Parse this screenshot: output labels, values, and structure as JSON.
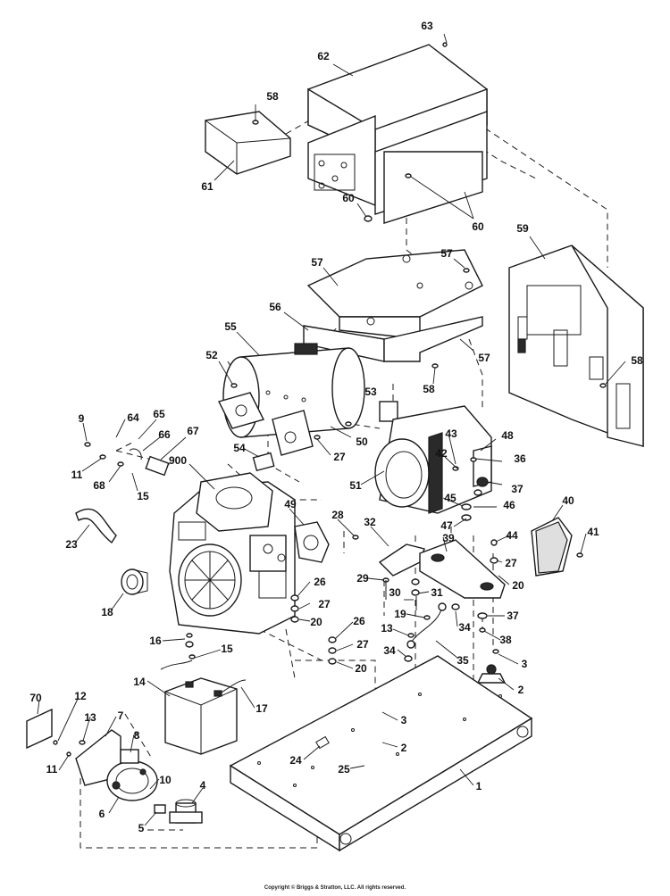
{
  "callouts": [
    "63",
    "62",
    "58",
    "61",
    "60",
    "60",
    "59",
    "57",
    "57",
    "56",
    "57",
    "55",
    "52",
    "58",
    "53",
    "58",
    "9",
    "64",
    "65",
    "66",
    "67",
    "11",
    "68",
    "15",
    "54",
    "50",
    "27",
    "43",
    "48",
    "42",
    "36",
    "51",
    "37",
    "900",
    "49",
    "28",
    "45",
    "46",
    "47",
    "40",
    "32",
    "44",
    "41",
    "23",
    "39",
    "27",
    "29",
    "31",
    "30",
    "20",
    "18",
    "26",
    "27",
    "20",
    "19",
    "34",
    "37",
    "13",
    "16",
    "15",
    "26",
    "27",
    "38",
    "34",
    "35",
    "20",
    "3",
    "2",
    "14",
    "17",
    "70",
    "12",
    "13",
    "7",
    "8",
    "3",
    "2",
    "24",
    "25",
    "1",
    "11",
    "10",
    "4",
    "6",
    "5"
  ],
  "copyright": "Copyright © Briggs & Stratton, LLC. All rights reserved."
}
